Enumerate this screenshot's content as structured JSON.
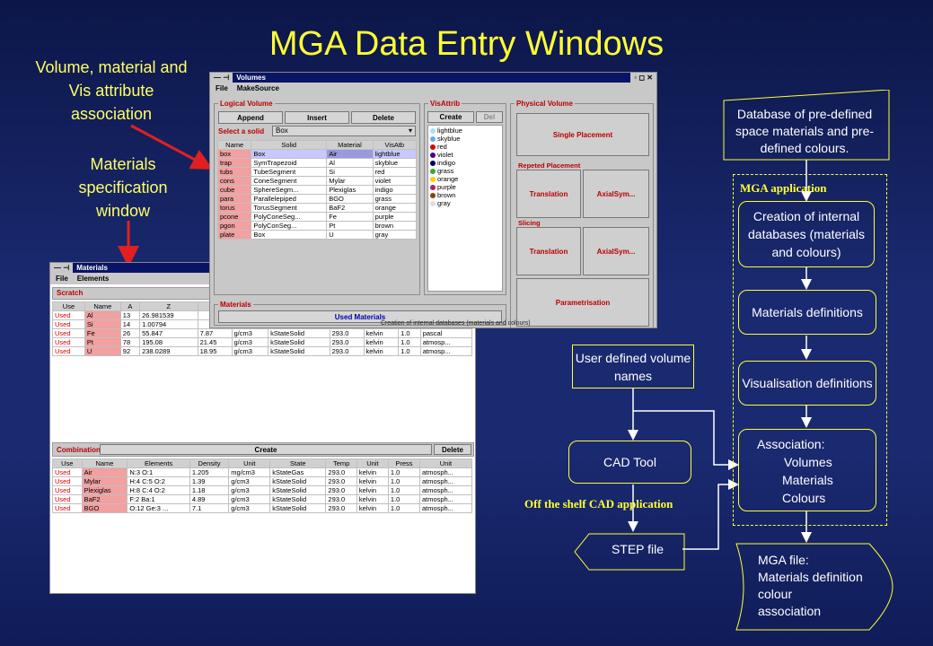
{
  "slide_title": "MGA Data Entry Windows",
  "caption_left_top": "Volume, material and Vis attribute association",
  "caption_left_mid": "Materials specification window",
  "volumes_window": {
    "title": "Volumes",
    "menu": [
      "File",
      "MakeSource"
    ],
    "logical_volume": {
      "title": "Logical Volume",
      "append": "Append",
      "insert": "Insert",
      "delete": "Delete",
      "select_label": "Select a solid",
      "select_value": "Box",
      "columns": [
        "Name",
        "Solid",
        "Material",
        "VisAtb"
      ],
      "rows": [
        [
          "box",
          "Box",
          "Air",
          "lightblue"
        ],
        [
          "trap",
          "SymTrapezoid",
          "Al",
          "skyblue"
        ],
        [
          "tubs",
          "TubeSegment",
          "Si",
          "red"
        ],
        [
          "cons",
          "ConeSegment",
          "Mylar",
          "violet"
        ],
        [
          "cube",
          "SphereSegm...",
          "Plexiglas",
          "indigo"
        ],
        [
          "para",
          "Parallelepiped",
          "BGO",
          "grass"
        ],
        [
          "torus",
          "TorusSegment",
          "BaF2",
          "orange"
        ],
        [
          "pcone",
          "PolyConeSeg...",
          "Fe",
          "purple"
        ],
        [
          "pgon",
          "PolyConSeg...",
          "Pt",
          "brown"
        ],
        [
          "plate",
          "Box",
          "U",
          "gray"
        ]
      ]
    },
    "vis_attrib": {
      "title": "VisAttrib",
      "create": "Create",
      "del": "Del",
      "items": [
        {
          "name": "lightblue",
          "color": "#aaddff"
        },
        {
          "name": "skyblue",
          "color": "#66aaff"
        },
        {
          "name": "red",
          "color": "#dd0000"
        },
        {
          "name": "violet",
          "color": "#440088"
        },
        {
          "name": "indigo",
          "color": "#000066"
        },
        {
          "name": "grass",
          "color": "#33aa33"
        },
        {
          "name": "orange",
          "color": "#ffcc00"
        },
        {
          "name": "purple",
          "color": "#aa2266"
        },
        {
          "name": "brown",
          "color": "#884400"
        },
        {
          "name": "gray",
          "color": "#dddddd"
        }
      ]
    },
    "physical_volume": {
      "title": "Physical Volume",
      "single": "Single Placement",
      "repeated": "Repeted Placement",
      "slicing": "Slicing",
      "translation": "Translation",
      "axialsym": "AxialSym...",
      "parametrisation": "Parametrisation"
    },
    "materials_panel": {
      "title": "Materials",
      "used": "Used Materials"
    },
    "status": "Creation of internal databases (materials and colours)"
  },
  "materials_window": {
    "title": "Materials",
    "menu": [
      "File",
      "Elements"
    ],
    "scratch": "Scratch",
    "elem_columns": [
      "Use",
      "Name",
      "A",
      "Z"
    ],
    "elem_rows": [
      [
        "Used",
        "Al",
        "13",
        "26.981539"
      ],
      [
        "Used",
        "Si",
        "14",
        "1.00794"
      ],
      [
        "Used",
        "Fe",
        "26",
        "55.847"
      ],
      [
        "Used",
        "Pt",
        "78",
        "195.08"
      ],
      [
        "Used",
        "U",
        "92",
        "238.0289"
      ]
    ],
    "elem_extra": [
      [
        "",
        "",
        "",
        "",
        "",
        ""
      ],
      [
        "",
        "",
        "",
        "",
        "",
        ""
      ],
      [
        "7.87",
        "g/cm3",
        "kStateSolid",
        "293.0",
        "kelvin",
        "1.0",
        "pascal"
      ],
      [
        "21.45",
        "g/cm3",
        "kStateSolid",
        "293.0",
        "kelvin",
        "1.0",
        "atmosp..."
      ],
      [
        "18.95",
        "g/cm3",
        "kStateSolid",
        "293.0",
        "kelvin",
        "1.0",
        "atmosp..."
      ]
    ],
    "combination": "Combination",
    "create": "Create",
    "delete": "Delete",
    "comb_columns": [
      "Use",
      "Name",
      "Elements",
      "Density",
      "Unit",
      "State",
      "Temp",
      "Unit",
      "Press",
      "Unit"
    ],
    "comb_rows": [
      [
        "Used",
        "Air",
        "N:3 O:1",
        "1.205",
        "mg/cm3",
        "kStateGas",
        "293.0",
        "kelvin",
        "1.0",
        "atmosph..."
      ],
      [
        "Used",
        "Mylar",
        "H:4 C:5 O:2",
        "1.39",
        "g/cm3",
        "kStateSolid",
        "293.0",
        "kelvin",
        "1.0",
        "atmosph..."
      ],
      [
        "Used",
        "Plexiglas",
        "H:8 C:4 O:2",
        "1.18",
        "g/cm3",
        "kStateSolid",
        "293.0",
        "kelvin",
        "1.0",
        "atmosph..."
      ],
      [
        "Used",
        "BaF2",
        "F:2 Ba:1",
        "4.89",
        "g/cm3",
        "kStateSolid",
        "293.0",
        "kelvin",
        "1.0",
        "atmosph..."
      ],
      [
        "Used",
        "BGO",
        "O:12 Ge:3 ...",
        "7.1",
        "g/cm3",
        "kStateSolid",
        "293.0",
        "kelvin",
        "1.0",
        "atmosph..."
      ]
    ]
  },
  "flow": {
    "database": "Database of pre-defined space materials and pre-defined colours.",
    "mga_application": "MGA application",
    "creation": "Creation of internal databases (materials and colours)",
    "materials_defs": "Materials definitions",
    "vis_defs": "Visualisation definitions",
    "association": "Association:",
    "assoc_items": [
      "Volumes",
      "Materials",
      "Colours"
    ],
    "mga_file": "MGA file:",
    "mga_file_lines": [
      "Materials definition",
      "colour",
      "association"
    ],
    "user_defined": "User defined volume names",
    "cad_tool": "CAD Tool",
    "off_shelf": "Off the shelf CAD application",
    "step_file": "STEP file"
  }
}
